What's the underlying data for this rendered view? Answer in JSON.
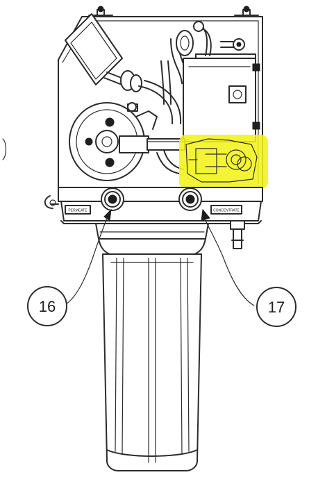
{
  "callouts": {
    "left": "16",
    "right": "17"
  },
  "port_labels": {
    "left": "PERMEATE",
    "right": "CONCENTRATE"
  },
  "colors": {
    "highlight": "#f2f21a",
    "line": "#2b2b2b"
  }
}
